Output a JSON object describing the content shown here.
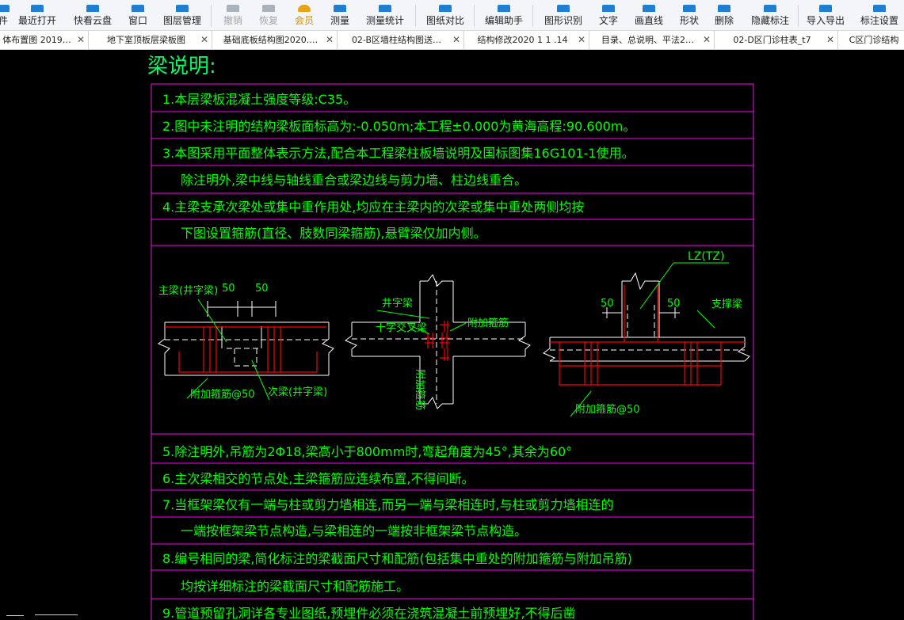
{
  "toolbar": {
    "buttons": [
      {
        "label": "件",
        "icon": "file-icon"
      },
      {
        "label": "最近打开",
        "icon": "clock-icon"
      },
      {
        "label": "快看云盘",
        "icon": "cloud-icon"
      },
      {
        "label": "窗口",
        "icon": "window-icon"
      },
      {
        "label": "图层管理",
        "icon": "layers-icon"
      },
      {
        "label": "撤销",
        "icon": "undo-icon"
      },
      {
        "label": "恢复",
        "icon": "redo-icon"
      },
      {
        "label": "会员",
        "icon": "vip-icon"
      },
      {
        "label": "测量",
        "icon": "ruler-icon"
      },
      {
        "label": "测量统计",
        "icon": "measure-stats-icon"
      },
      {
        "label": "图纸对比",
        "icon": "compare-icon"
      },
      {
        "label": "编辑助手",
        "icon": "edit-icon"
      },
      {
        "label": "图形识别",
        "icon": "shape-recognize-icon"
      },
      {
        "label": "文字",
        "icon": "text-icon"
      },
      {
        "label": "画直线",
        "icon": "line-icon"
      },
      {
        "label": "形状",
        "icon": "shape-icon"
      },
      {
        "label": "删除",
        "icon": "eraser-icon"
      },
      {
        "label": "隐藏标注",
        "icon": "eye-icon"
      },
      {
        "label": "导入导出",
        "icon": "import-export-icon"
      },
      {
        "label": "标注设置",
        "icon": "settings-icon"
      }
    ]
  },
  "tabs": [
    {
      "title": "体布置图 2019…"
    },
    {
      "title": "地下室顶板层梁板图"
    },
    {
      "title": "基础底板结构图2020.…"
    },
    {
      "title": "02-B区墙柱结构图送…"
    },
    {
      "title": "结构修改2020 1 1 .14"
    },
    {
      "title": "目录、总说明、平法2…"
    },
    {
      "title": "02-D区门诊柱表_t7"
    },
    {
      "title": "C区门诊结构"
    }
  ],
  "tab_close": "✕",
  "drawing": {
    "heading": "梁说明:",
    "notes": [
      "1.本层梁板混凝土强度等级:C35。",
      "2.图中未注明的结构梁板面标高为:-0.050m;本工程±0.000为黄海高程:90.600m。",
      "3.本图采用平面整体表示方法,配合本工程梁柱板墙说明及国标图集16G101-1使用。",
      "除注明外,梁中线与轴线重合或梁边线与剪力墙、柱边线重合。",
      "4.主梁支承次梁处或集中重作用处,均应在主梁内的次梁或集中重处两侧均按",
      "下图设置箍筋(直径、肢数同梁箍筋),悬臂梁仅加内侧。",
      "5.除注明外,吊筋为2Φ18,梁高小于800mm时,弯起角度为45°,其余为60°",
      "6.主次梁相交的节点处,主梁箍筋应连续布置,不得间断。",
      "7.当框架梁仅有一端与柱或剪力墙相连,而另一端与梁相连时,与柱或剪力墙相连的",
      "一端按框架梁节点构造,与梁相连的一端按非框架梁节点构造。",
      "8.编号相同的梁,简化标注的梁截面尺寸和配筋(包括集中重处的附加箍筋与附加吊筋)",
      "均按详细标注的梁截面尺寸和配筋施工。",
      "9.管道预留孔洞详各专业图纸,预埋件必须在浇筑混凝土前预埋好,不得后凿"
    ],
    "detail": {
      "main_beam": "主梁(井字梁)",
      "dim_a": "50",
      "dim_b": "50",
      "extra_stirrup_a": "附加箍筋@50",
      "secondary_beam": "次梁(井字梁)",
      "well_beam": "井字梁",
      "cross_beam": "十字交叉梁",
      "extra_stirrup_b": "附加箍筋",
      "extra_stirrup_c": "附加箍筋",
      "column_tag": "LZ(TZ)",
      "dim_c": "50",
      "dim_d": "50",
      "support_beam": "支撑梁",
      "extra_stirrup_d": "附加箍筋@50"
    },
    "colors": {
      "frame": "#ff00ff",
      "text": "#00ff00",
      "steel": "#ff0000",
      "outline": "#ffffff",
      "heading": "#00ff66"
    }
  }
}
